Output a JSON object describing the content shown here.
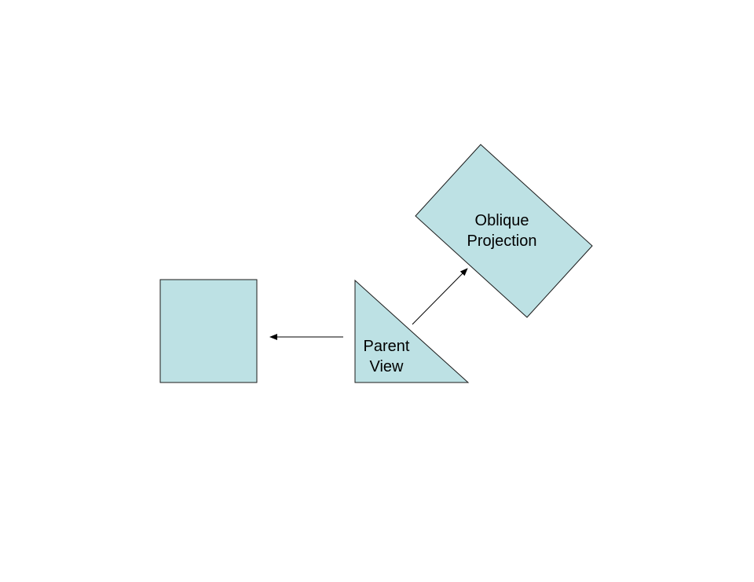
{
  "colors": {
    "shape_fill": "#bde1e4",
    "shape_stroke": "#1a1a1a",
    "arrow": "#000000",
    "background": "#ffffff"
  },
  "nodes": {
    "parent_view": {
      "label_line1": "Parent",
      "label_line2": "View"
    },
    "oblique_projection": {
      "label_line1": "Oblique",
      "label_line2": "Projection"
    },
    "side_view": {
      "label": ""
    }
  }
}
